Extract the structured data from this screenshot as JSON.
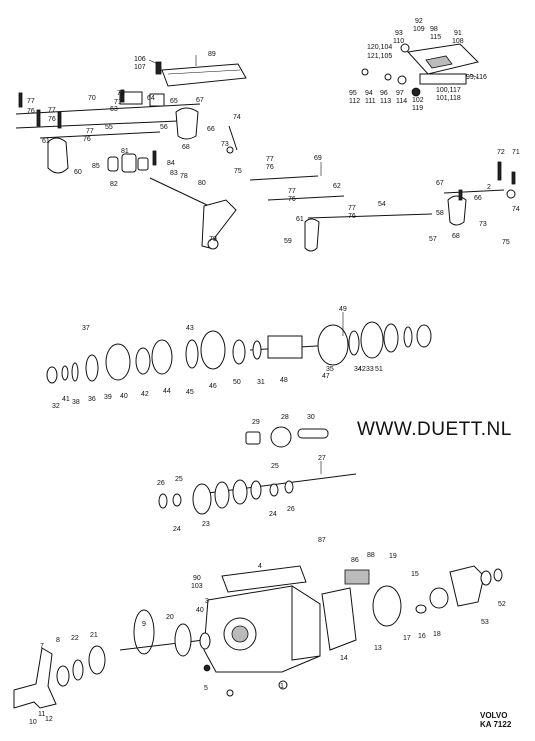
{
  "website": "WWW.DUETT.NL",
  "brand": "VOLVO",
  "drawing_code": "KA 7122",
  "callouts": {
    "shift_top": [
      "106",
      "107",
      "89",
      "72",
      "71",
      "64",
      "65",
      "67",
      "77",
      "76",
      "70",
      "77",
      "76",
      "63",
      "55",
      "56",
      "77",
      "76",
      "61",
      "66",
      "68",
      "74",
      "73",
      "75",
      "60",
      "85",
      "81",
      "82",
      "84",
      "83",
      "78",
      "80",
      "79",
      "77",
      "76",
      "69",
      "62",
      "77",
      "76",
      "54",
      "61",
      "59",
      "77",
      "76",
      "57",
      "58",
      "68",
      "67",
      "2",
      "66",
      "72",
      "71",
      "73",
      "74",
      "75"
    ],
    "cover_group": [
      "93",
      "110",
      "92",
      "109",
      "98",
      "115",
      "91",
      "108",
      "120,104",
      "121,105",
      "99,116",
      "100,117",
      "101,118",
      "102",
      "119",
      "95",
      "112",
      "94",
      "111",
      "96",
      "113",
      "97",
      "114"
    ],
    "mainshaft": [
      "49",
      "37",
      "43",
      "32",
      "41",
      "38",
      "36",
      "39",
      "40",
      "42",
      "44",
      "45",
      "46",
      "50",
      "31",
      "48",
      "47",
      "35",
      "34",
      "33",
      "51"
    ],
    "reverse": [
      "29",
      "28",
      "30"
    ],
    "countershaft": [
      "26",
      "25",
      "25",
      "27",
      "24",
      "23",
      "24",
      "26"
    ],
    "housing": [
      "87",
      "4",
      "90",
      "103",
      "86",
      "88",
      "19",
      "15",
      "3",
      "40",
      "20",
      "9",
      "21",
      "22",
      "8",
      "7",
      "10",
      "11",
      "12",
      "5",
      "1",
      "14",
      "13",
      "17",
      "16",
      "18",
      "53",
      "52"
    ]
  }
}
